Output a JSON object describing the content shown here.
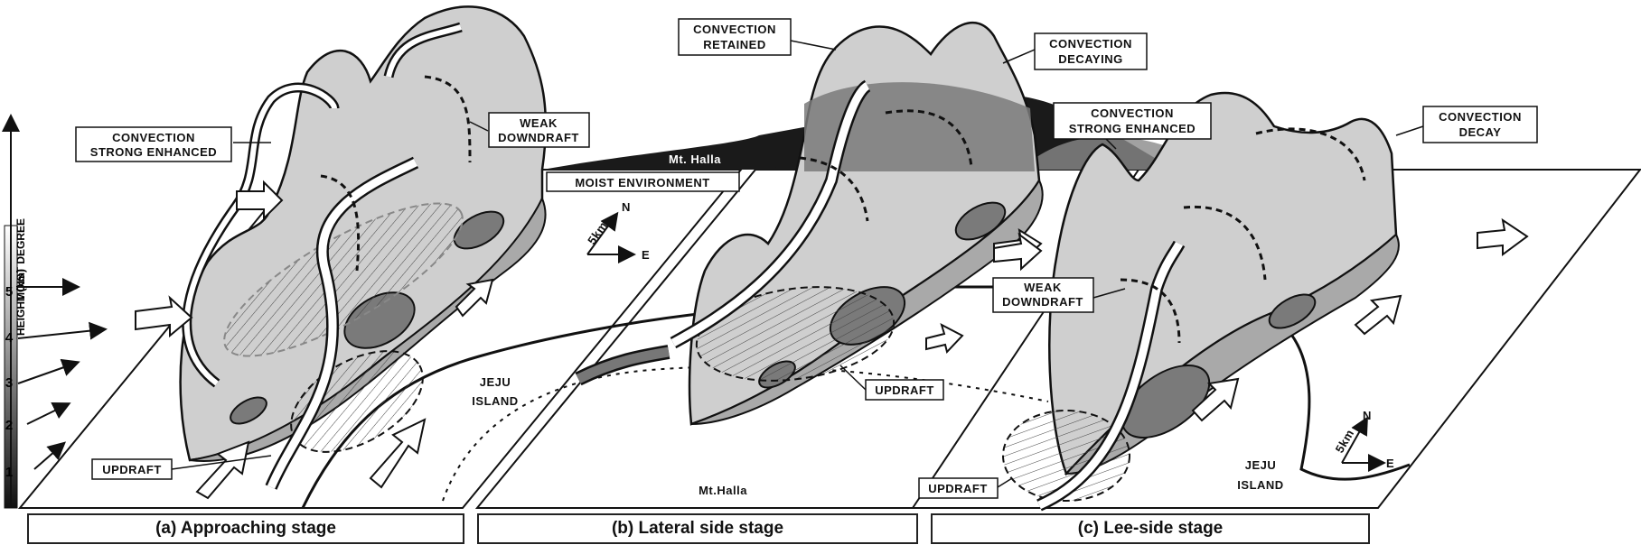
{
  "axis": {
    "moist_label": "MOIST DEGREE",
    "height_label": "HEIGHT (km)",
    "ticks": [
      "1",
      "2",
      "3",
      "4",
      "5"
    ]
  },
  "labels": {
    "convection_strong_enhanced_line1": "CONVECTION",
    "convection_strong_enhanced_line2": "STRONG ENHANCED",
    "weak_downdraft_line1": "WEAK",
    "weak_downdraft_line2": "DOWNDRAFT",
    "updraft": "UPDRAFT",
    "convection_retained_line1": "CONVECTION",
    "convection_retained_line2": "RETAINED",
    "convection_decaying_line1": "CONVECTION",
    "convection_decaying_line2": "DECAYING",
    "mt_halla_top": "Mt. Halla",
    "moist_environment": "MOIST ENVIRONMENT",
    "jeju_island_line1": "JEJU",
    "jeju_island_line2": "ISLAND",
    "mt_halla_base": "Mt.Halla",
    "convection_decay_line1": "CONVECTION",
    "convection_decay_line2": "DECAY",
    "compass_north": "N",
    "compass_east": "E",
    "compass_scale": "5km"
  },
  "captions": [
    "(a) Approaching stage",
    "(b) Lateral side stage",
    "(c) Lee-side stage"
  ],
  "colors": {
    "cloud_fill": "#cfcfcf",
    "cloud_base": "#a9a9a9",
    "core_fill": "#7a7a7a",
    "mountain": "#1a1a1a",
    "outline": "#111111"
  }
}
